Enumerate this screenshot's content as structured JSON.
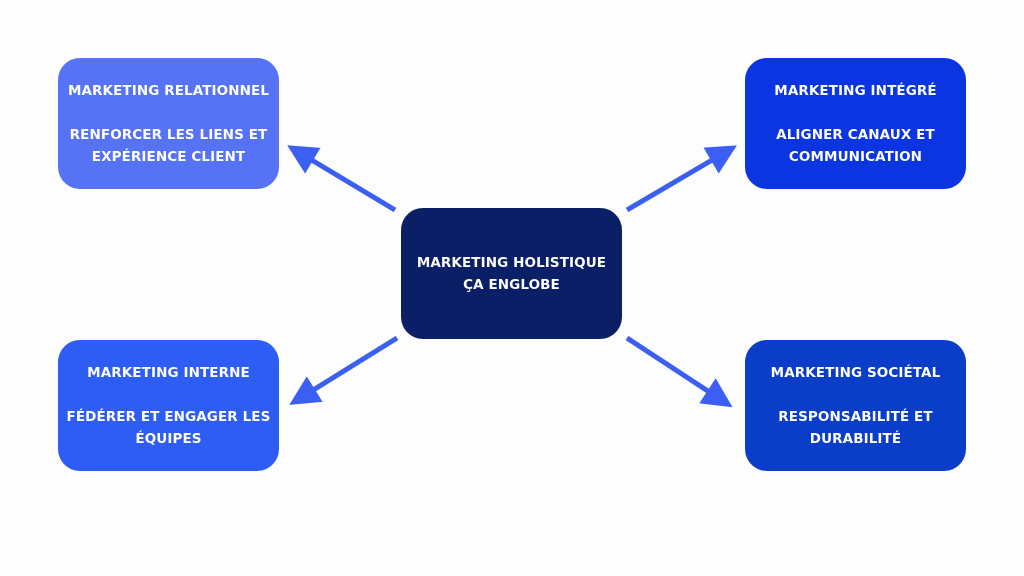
{
  "diagram": {
    "center": {
      "line1": "MARKETING HOLISTIQUE",
      "line2": "ÇA ENGLOBE",
      "color": "#0b1f66"
    },
    "branches": [
      {
        "id": "relationnel",
        "title": "MARKETING RELATIONNEL",
        "desc1": "RENFORCER LES LIENS ET",
        "desc2": "EXPÉRIENCE CLIENT",
        "color": "#5673f5"
      },
      {
        "id": "integre",
        "title": "MARKETING INTÉGRÉ",
        "desc1": "ALIGNER CANAUX ET",
        "desc2": "COMMUNICATION",
        "color": "#0a35e0"
      },
      {
        "id": "interne",
        "title": "MARKETING INTERNE",
        "desc1": "FÉDÉRER ET ENGAGER LES",
        "desc2": "ÉQUIPES",
        "color": "#2e5df4"
      },
      {
        "id": "societal",
        "title": "MARKETING SOCIÉTAL",
        "desc1": "RESPONSABILITÉ ET",
        "desc2": "DURABILITÉ",
        "color": "#0a3dc8"
      }
    ],
    "arrow_color": "#3a5ff2"
  }
}
